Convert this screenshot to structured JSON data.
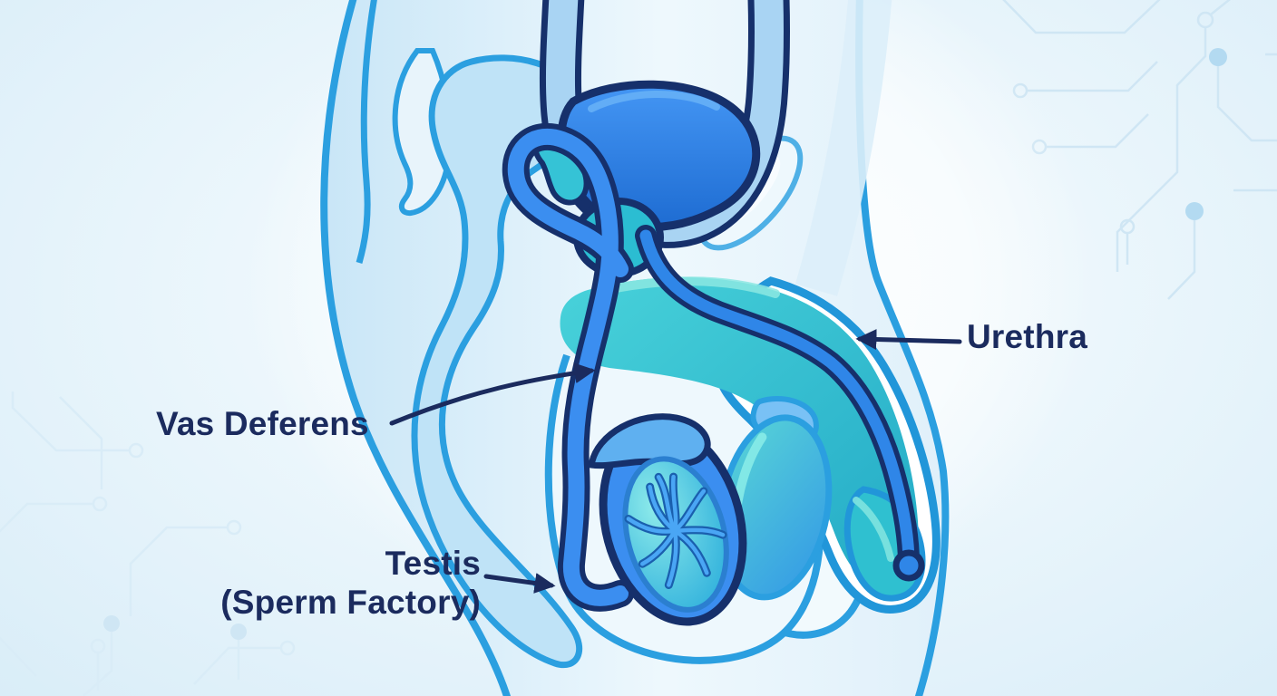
{
  "diagram": {
    "labels": {
      "urethra": "Urethra",
      "vas_deferens": "Vas Deferens",
      "testis_line1": "Testis",
      "testis_line2": "(Sperm Factory)"
    },
    "colors": {
      "label_text": "#1b2b5e",
      "outline_navy": "#16306b",
      "outline_bright_blue": "#2196d9",
      "organ_blue": "#2f86e8",
      "organ_teal": "#2fc4d4",
      "body_light_blue": "#bfe3f7",
      "background_edge": "#d9edf8",
      "background_center": "#f8fdfe",
      "circuit_line": "#cfe6f4"
    }
  }
}
